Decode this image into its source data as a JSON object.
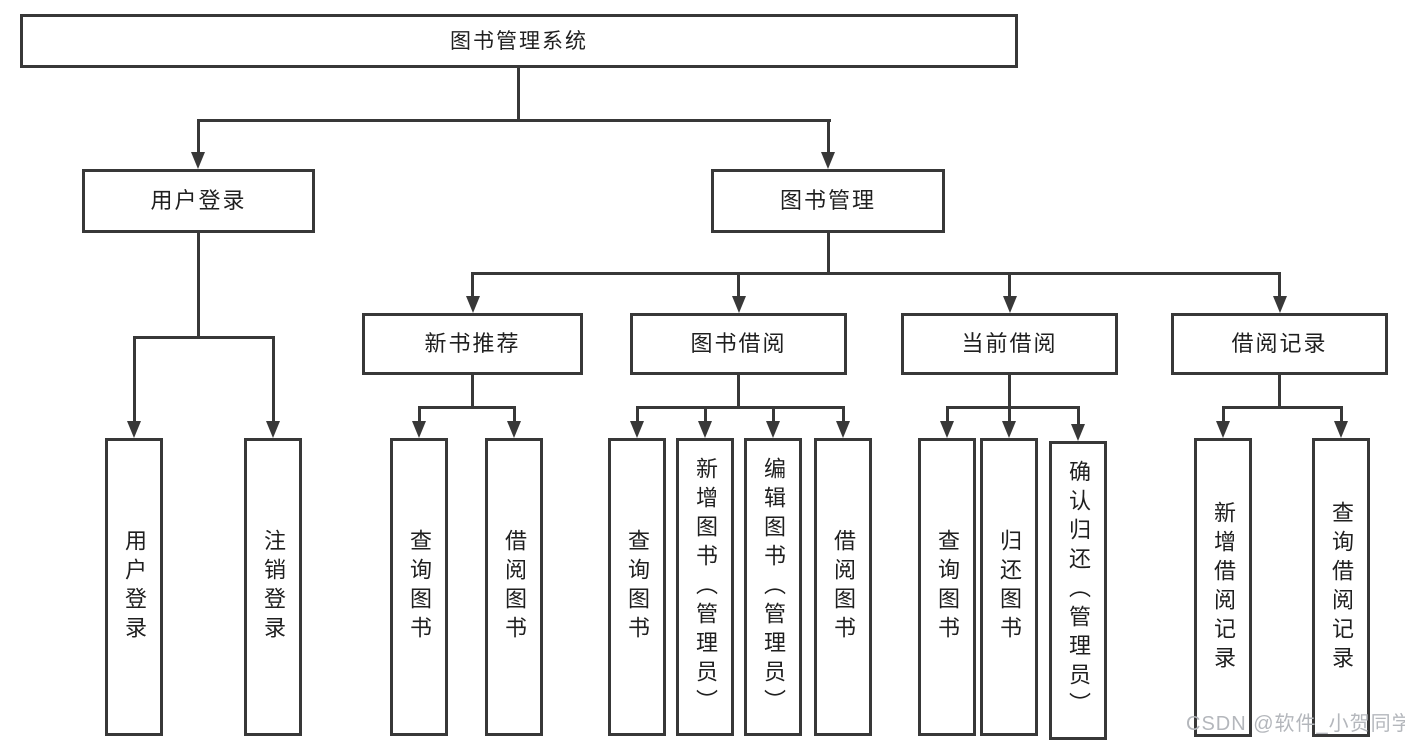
{
  "colors": {
    "line": "#383838",
    "text": "#1f1f1f",
    "background": "#ffffff",
    "watermark": "#b4b7bc"
  },
  "watermark": "CSDN @软件_小贺同学",
  "tree": {
    "root": {
      "label": "图书管理系统",
      "children": [
        {
          "label": "用户登录",
          "children": [
            {
              "label": "用户登录"
            },
            {
              "label": "注销登录"
            }
          ]
        },
        {
          "label": "图书管理",
          "children": [
            {
              "label": "新书推荐",
              "children": [
                {
                  "label": "查询图书"
                },
                {
                  "label": "借阅图书"
                }
              ]
            },
            {
              "label": "图书借阅",
              "children": [
                {
                  "label": "查询图书"
                },
                {
                  "label": "新增图书（管理员）"
                },
                {
                  "label": "编辑图书（管理员）"
                },
                {
                  "label": "借阅图书"
                }
              ]
            },
            {
              "label": "当前借阅",
              "children": [
                {
                  "label": "查询图书"
                },
                {
                  "label": "归还图书"
                },
                {
                  "label": "确认归还（管理员）"
                }
              ]
            },
            {
              "label": "借阅记录",
              "children": [
                {
                  "label": "新增借阅记录"
                },
                {
                  "label": "查询借阅记录"
                }
              ]
            }
          ]
        }
      ]
    }
  }
}
